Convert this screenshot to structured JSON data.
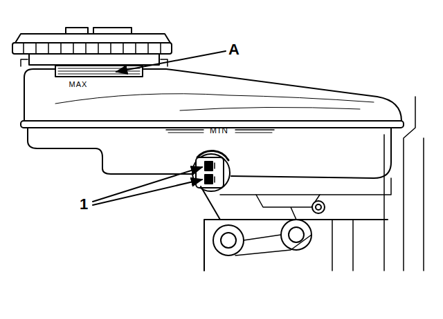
{
  "diagram": {
    "labels": [
      "A",
      "MAX",
      "MIN",
      "1"
    ]
  }
}
